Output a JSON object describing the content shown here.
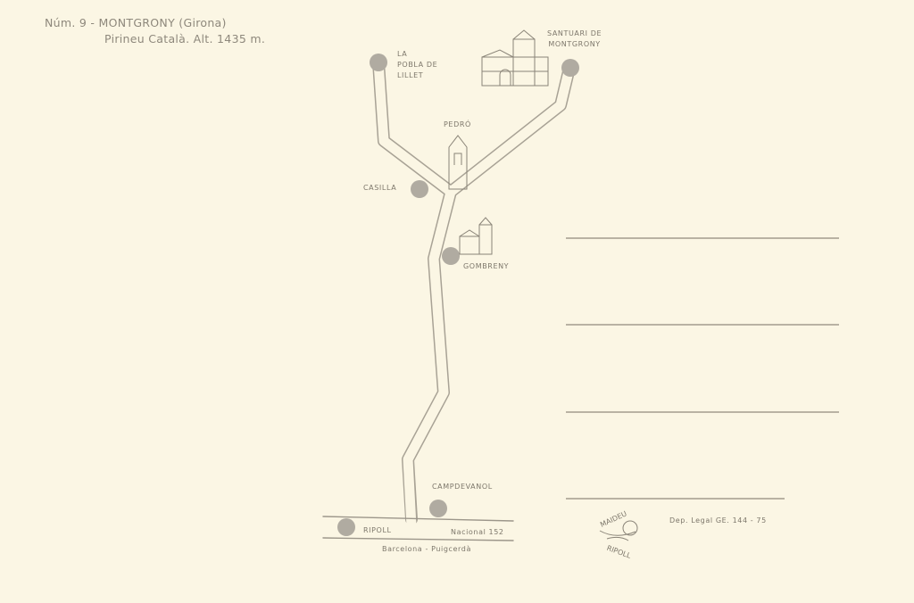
{
  "header": {
    "title": "Núm. 9 - MONTGRONY (Girona)",
    "subtitle": "Pirineu Català. Alt. 1435 m."
  },
  "map": {
    "places": {
      "la_pobla": "LA POBLA DE LILLET",
      "la_pobla_lines": [
        "LA",
        "POBLA DE",
        "LILLET"
      ],
      "santuari_lines": [
        "SANTUARI DE",
        "MONTGRONY"
      ],
      "pedro": "PEDRÓ",
      "casilla": "CASILLA",
      "gombreny": "GOMBRENY",
      "campdevanol": "CAMPDEVANOL",
      "ripoll": "RIPOLL"
    },
    "road_label": "Nacional 152",
    "road_route": "Barcelona - Puigcerdà"
  },
  "publisher": {
    "logo_top": "MAIDEU",
    "logo_bottom": "RIPOLL",
    "legal": "Dep. Legal GE. 144 - 75"
  },
  "colors": {
    "paper": "#fbf6e4",
    "ink": "#9c968a",
    "dot": "#b0aba1"
  }
}
